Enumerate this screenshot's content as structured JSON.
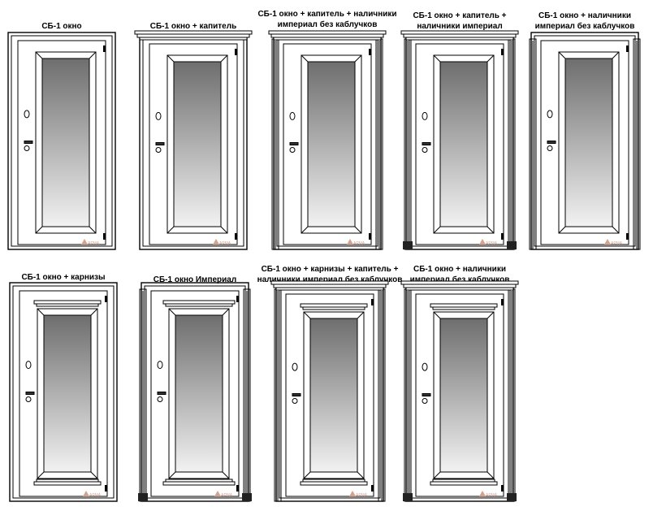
{
  "brand": {
    "watermark": "АРМА",
    "color": "#d9a08a"
  },
  "glass": {
    "top": "#6e6e6e",
    "bottom": "#f2f2f2"
  },
  "variants": [
    {
      "caption": [
        "СБ-1 окно"
      ],
      "kapitel": false,
      "nalichniki": false,
      "karnizy": false,
      "cap_stack": false,
      "plinths": false
    },
    {
      "caption": [
        "СБ-1 окно + капитель"
      ],
      "kapitel": true,
      "nalichniki": false,
      "karnizy": false,
      "cap_stack": false,
      "plinths": false
    },
    {
      "caption": [
        "СБ-1 окно + капитель + наличники",
        "империал без каблучков"
      ],
      "kapitel": true,
      "nalichniki": true,
      "karnizy": false,
      "cap_stack": false,
      "plinths": false
    },
    {
      "caption": [
        "СБ-1 окно + капитель +",
        "наличники империал"
      ],
      "kapitel": true,
      "nalichniki": true,
      "karnizy": false,
      "cap_stack": false,
      "plinths": true
    },
    {
      "caption": [
        "СБ-1 окно + наличники",
        "империал без каблучков"
      ],
      "kapitel": false,
      "nalichniki": true,
      "karnizy": false,
      "cap_stack": false,
      "plinths": false
    },
    {
      "caption": [
        "СБ-1 окно + карнизы"
      ],
      "kapitel": false,
      "nalichniki": false,
      "karnizy": true,
      "cap_stack": false,
      "plinths": false
    },
    {
      "caption": [
        "СБ-1 окно Империал"
      ],
      "kapitel": false,
      "nalichniki": true,
      "karnizy": true,
      "cap_stack": true,
      "plinths": true
    },
    {
      "caption": [
        "СБ-1 окно + карнизы + капитель +",
        "наличники империал без каблучков"
      ],
      "kapitel": true,
      "nalichniki": true,
      "karnizy": true,
      "cap_stack": false,
      "plinths": false
    },
    {
      "caption": [
        "СБ-1 окно + наличники",
        "империал без каблучков"
      ],
      "kapitel": true,
      "nalichniki": true,
      "karnizy": true,
      "cap_stack": false,
      "plinths": true
    }
  ]
}
